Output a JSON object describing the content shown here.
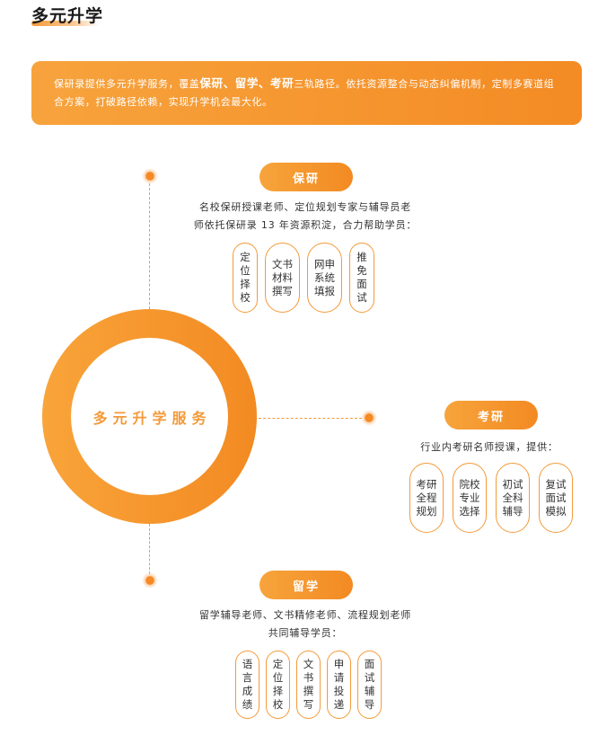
{
  "header": {
    "title": "多元升学"
  },
  "intro": {
    "part1": "保研录提供多元升学服务，覆盖",
    "bold1": "保研",
    "sep1": "、",
    "bold2": "留学",
    "sep2": "、",
    "bold3": "考研",
    "part2": "三轨路径。依托资源整合与动态纠偏机制，定制多赛道组合方案，打破路径依赖，实现升学机会最大化。"
  },
  "center": {
    "label": "多元升学服务"
  },
  "baoyan": {
    "title": "保研",
    "desc_line1": "名校保研授课老师、定位规划专家与辅导员老",
    "desc_line2": "师依托保研录 13 年资源积淀，合力帮助学员：",
    "items": [
      {
        "lines": [
          "定",
          "位",
          "择",
          "校"
        ]
      },
      {
        "lines": [
          "文书",
          "材料",
          "撰写"
        ]
      },
      {
        "lines": [
          "网申",
          "系统",
          "填报"
        ]
      },
      {
        "lines": [
          "推",
          "免",
          "面",
          "试"
        ]
      }
    ]
  },
  "kaoyan": {
    "title": "考研",
    "desc_line1": "行业内考研名师授课，提供：",
    "items": [
      {
        "lines": [
          "考研",
          "全程",
          "规划"
        ]
      },
      {
        "lines": [
          "院校",
          "专业",
          "选择"
        ]
      },
      {
        "lines": [
          "初试",
          "全科",
          "辅导"
        ]
      },
      {
        "lines": [
          "复试",
          "面试",
          "模拟"
        ]
      }
    ]
  },
  "liuxue": {
    "title": "留学",
    "desc_line1": "留学辅导老师、文书精修老师、流程规划老师",
    "desc_line2": "共同辅导学员：",
    "items": [
      {
        "lines": [
          "语",
          "言",
          "成",
          "绩"
        ]
      },
      {
        "lines": [
          "定",
          "位",
          "择",
          "校"
        ]
      },
      {
        "lines": [
          "文",
          "书",
          "撰",
          "写"
        ]
      },
      {
        "lines": [
          "申",
          "请",
          "投",
          "递"
        ]
      },
      {
        "lines": [
          "面",
          "试",
          "辅",
          "导"
        ]
      }
    ]
  },
  "colors": {
    "accent": "#f39a3a",
    "accent_dark": "#f38a22",
    "accent_light": "#f7a43c",
    "text": "#333333"
  }
}
